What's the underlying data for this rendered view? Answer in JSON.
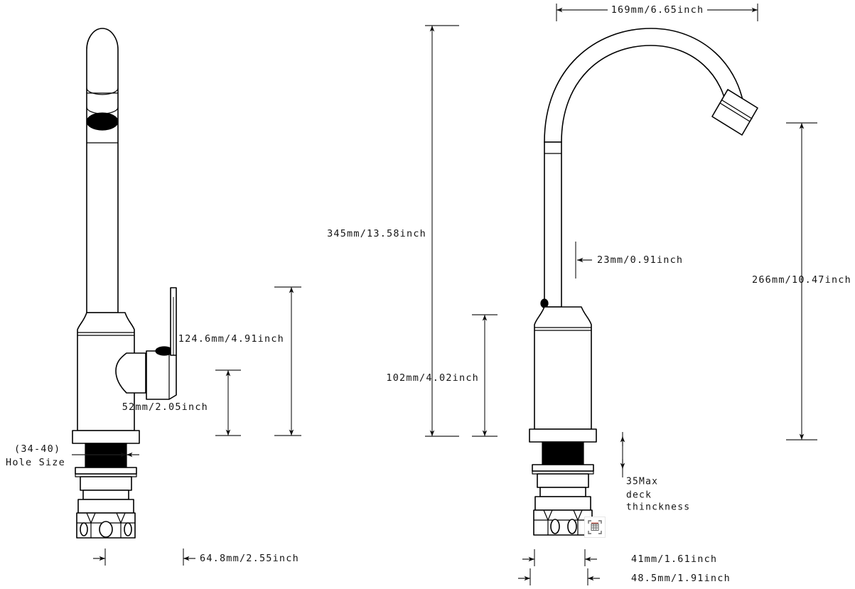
{
  "drawing": {
    "title": "Single-handle gooseneck kitchen faucet dimension drawing",
    "views": [
      {
        "name": "front-view",
        "label": "front elevation (left)"
      },
      {
        "name": "side-view",
        "label": "side elevation (right)"
      }
    ],
    "line_color": "#000000",
    "dim_color": "#202020",
    "background": "#ffffff"
  },
  "left_view": {
    "dimensions": {
      "handle_height": "124.6mm/4.91inch",
      "spout_offset": "52mm/2.05inch",
      "body_width": "64.8mm/2.55inch"
    },
    "notes": {
      "hole_size_value": "(34-40)",
      "hole_size_label": "Hole Size"
    }
  },
  "right_view": {
    "dimensions": {
      "spout_reach": "169mm/6.65inch",
      "overall_height": "345mm/13.58inch",
      "tube_diameter": "23mm/0.91inch",
      "spout_outlet_height": "266mm/10.47inch",
      "body_height": "102mm/4.02inch",
      "base_width": "41mm/1.61inch",
      "flange_width": "48.5mm/1.91inch"
    },
    "notes": {
      "deck_line_1": "35Max",
      "deck_line_2": "deck",
      "deck_line_3": "thinckness"
    }
  },
  "watermark": {
    "icon": "grid-scan-icon"
  }
}
